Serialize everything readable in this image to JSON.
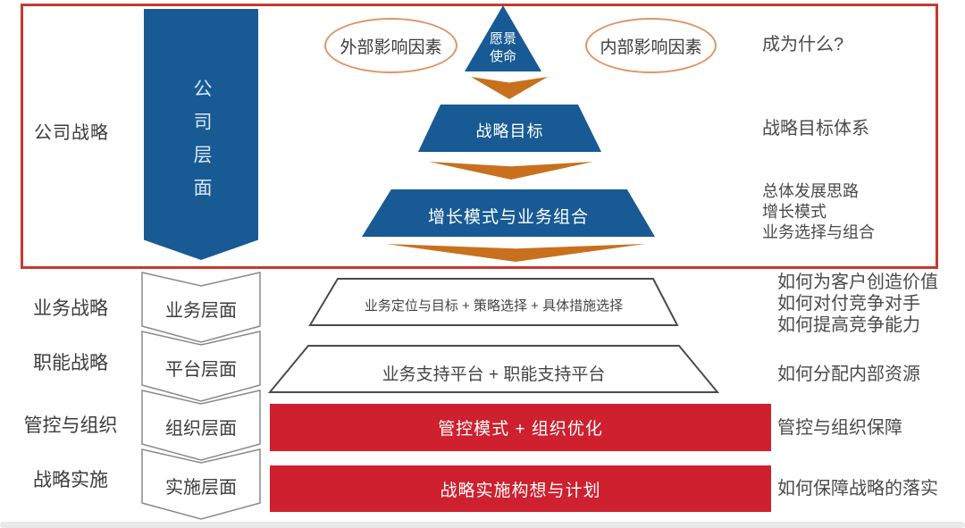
{
  "corporate": {
    "left_label": "公司战略",
    "layer_label": "公司层面",
    "vision_label": "愿景\n使命",
    "external_oval": "外部影响因素",
    "internal_oval": "内部影响因素",
    "goal_label": "战略目标",
    "growth_label": "增长模式与业务组合",
    "note_become": "成为什么?",
    "note_goal_system": "战略目标体系",
    "note_growth": "总体发展思路\n增长模式\n业务选择与组合"
  },
  "rows": [
    {
      "strategy": "业务战略",
      "layer": "业务层面",
      "content": "业务定位与目标 + 策略选择 + 具体措施选择",
      "note": "如何为客户创造价值\n如何对付竞争对手\n如何提高竞争能力"
    },
    {
      "strategy": "职能战略",
      "layer": "平台层面",
      "content": "业务支持平台 + 职能支持平台",
      "note": "如何分配内部资源"
    },
    {
      "strategy": "管控与组织",
      "layer": "组织层面",
      "content": "管控模式 + 组织优化",
      "note": "管控与组织保障"
    },
    {
      "strategy": "战略实施",
      "layer": "实施层面",
      "content": "战略实施构想与计划",
      "note": "如何保障战略的落实"
    }
  ],
  "colors": {
    "blue": "#175a94",
    "orange": "#c8701d",
    "bar_red": "#ce202e",
    "frame_red": "#c43a30",
    "oval_border": "#e09468"
  }
}
